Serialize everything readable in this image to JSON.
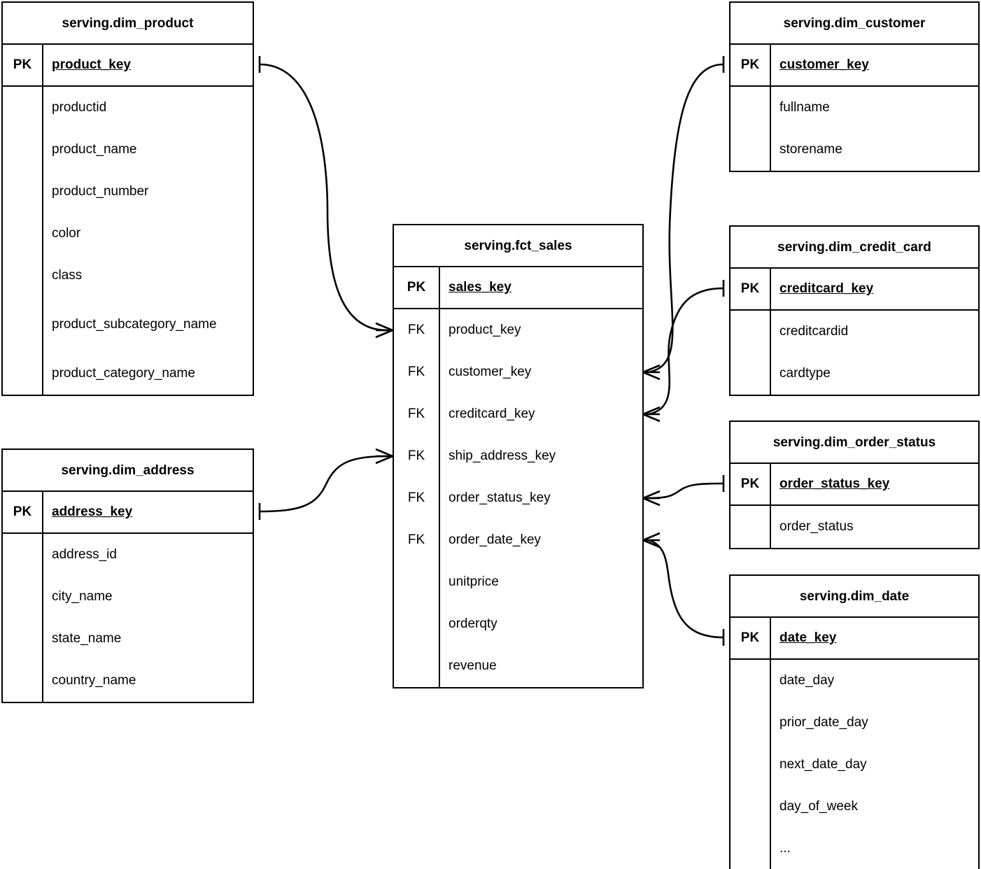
{
  "diagram": {
    "type": "entity-relationship-diagram",
    "notation": "crows-foot",
    "background_color": "#ffffff",
    "line_color": "#000000",
    "text_color": "#000000"
  },
  "entities": [
    {
      "id": "dim_product",
      "title": "serving.dim_product",
      "pk_label": "PK",
      "pk_field": "product_key",
      "fields": [
        "productid",
        "product_name",
        "product_number",
        "color",
        "class",
        "product_subcategory_name",
        "product_category_name"
      ]
    },
    {
      "id": "dim_address",
      "title": "serving.dim_address",
      "pk_label": "PK",
      "pk_field": "address_key",
      "fields": [
        "address_id",
        "city_name",
        "state_name",
        "country_name"
      ]
    },
    {
      "id": "fct_sales",
      "title": "serving.fct_sales",
      "pk_label": "PK",
      "pk_field": "sales_key",
      "fk_label": "FK",
      "fk_fields": [
        "product_key",
        "customer_key",
        "creditcard_key",
        "ship_address_key",
        "order_status_key",
        "order_date_key"
      ],
      "measure_fields": [
        "unitprice",
        "orderqty",
        "revenue"
      ]
    },
    {
      "id": "dim_customer",
      "title": "serving.dim_customer",
      "pk_label": "PK",
      "pk_field": "customer_key",
      "fields": [
        "fullname",
        "storename"
      ]
    },
    {
      "id": "dim_credit_card",
      "title": "serving.dim_credit_card",
      "pk_label": "PK",
      "pk_field": "creditcard_key",
      "fields": [
        "creditcardid",
        "cardtype"
      ]
    },
    {
      "id": "dim_order_status",
      "title": "serving.dim_order_status",
      "pk_label": "PK",
      "pk_field": "order_status_key",
      "fields": [
        "order_status"
      ]
    },
    {
      "id": "dim_date",
      "title": "serving.dim_date",
      "pk_label": "PK",
      "pk_field": "date_key",
      "fields": [
        "date_day",
        "prior_date_day",
        "next_date_day",
        "day_of_week",
        "..."
      ]
    }
  ],
  "relationships": [
    {
      "from": "dim_product",
      "from_field": "product_key",
      "to": "fct_sales",
      "to_field": "product_key",
      "from_cardinality": "one",
      "to_cardinality": "many"
    },
    {
      "from": "dim_address",
      "from_field": "address_key",
      "to": "fct_sales",
      "to_field": "ship_address_key",
      "from_cardinality": "one",
      "to_cardinality": "many"
    },
    {
      "from": "dim_customer",
      "from_field": "customer_key",
      "to": "fct_sales",
      "to_field": "customer_key",
      "from_cardinality": "one",
      "to_cardinality": "many"
    },
    {
      "from": "dim_credit_card",
      "from_field": "creditcard_key",
      "to": "fct_sales",
      "to_field": "creditcard_key",
      "from_cardinality": "one",
      "to_cardinality": "many"
    },
    {
      "from": "dim_order_status",
      "from_field": "order_status_key",
      "to": "fct_sales",
      "to_field": "order_status_key",
      "from_cardinality": "one",
      "to_cardinality": "many"
    },
    {
      "from": "dim_date",
      "from_field": "date_key",
      "to": "fct_sales",
      "to_field": "order_date_key",
      "from_cardinality": "one",
      "to_cardinality": "many"
    }
  ]
}
